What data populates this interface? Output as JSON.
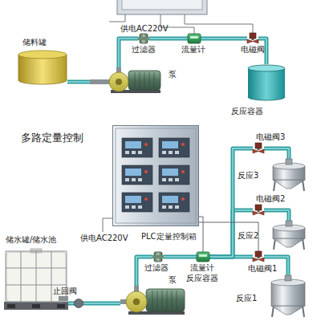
{
  "diagram": {
    "title": "多路定量控制",
    "nodes": [
      {
        "text": [
          "储料罐"
        ]
      },
      {
        "text": [
          "泵"
        ]
      },
      {
        "text": [
          "过滤器"
        ]
      },
      {
        "text": [
          "流量计"
        ]
      },
      {
        "text": [
          "电磁阀"
        ]
      },
      {
        "text": [
          "反应容器"
        ]
      },
      {
        "text": [
          "储水罐/储水池"
        ]
      },
      {
        "text": [
          "止回阀"
        ]
      },
      {
        "text": [
          "泵"
        ]
      },
      {
        "text": [
          "过滤器"
        ]
      },
      {
        "text": [
          "流量计"
        ]
      },
      {
        "text": [
          "电磁阀1"
        ]
      },
      {
        "text": [
          "反应1"
        ]
      },
      {
        "text": [
          "电磁阀2"
        ]
      },
      {
        "text": [
          "反应2"
        ]
      },
      {
        "text": [
          "电磁阀3"
        ]
      },
      {
        "text": [
          "反应3"
        ]
      },
      {
        "text": [
          "PLC定量控制箱"
        ]
      }
    ],
    "edges": [
      {
        "from": 0,
        "to": 1,
        "arrow": "none"
      },
      {
        "from": 1,
        "to": 2,
        "arrow": "none"
      },
      {
        "from": 2,
        "to": 3,
        "arrow": "none"
      },
      {
        "from": 3,
        "to": 4,
        "arrow": "none"
      },
      {
        "from": 4,
        "to": 5,
        "arrow": "none"
      },
      {
        "from": 6,
        "to": 7,
        "arrow": "none"
      },
      {
        "from": 7,
        "to": 8,
        "arrow": "none"
      },
      {
        "from": 8,
        "to": 9,
        "arrow": "none"
      },
      {
        "from": 9,
        "to": 10,
        "arrow": "none"
      },
      {
        "from": 10,
        "to": 11,
        "arrow": "none"
      },
      {
        "from": 10,
        "to": 13,
        "arrow": "none"
      },
      {
        "from": 10,
        "to": 15,
        "arrow": "none"
      },
      {
        "from": 11,
        "to": 12,
        "arrow": "none"
      },
      {
        "from": 13,
        "to": 14,
        "arrow": "none"
      },
      {
        "from": 15,
        "to": 16,
        "arrow": "none"
      },
      {
        "from": 17,
        "to": 10,
        "arrow": "none"
      },
      {
        "from": 17,
        "to": 11,
        "arrow": "none"
      }
    ],
    "labels": [
      "供电AC220V",
      "供电AC220V",
      "反应容器"
    ]
  }
}
